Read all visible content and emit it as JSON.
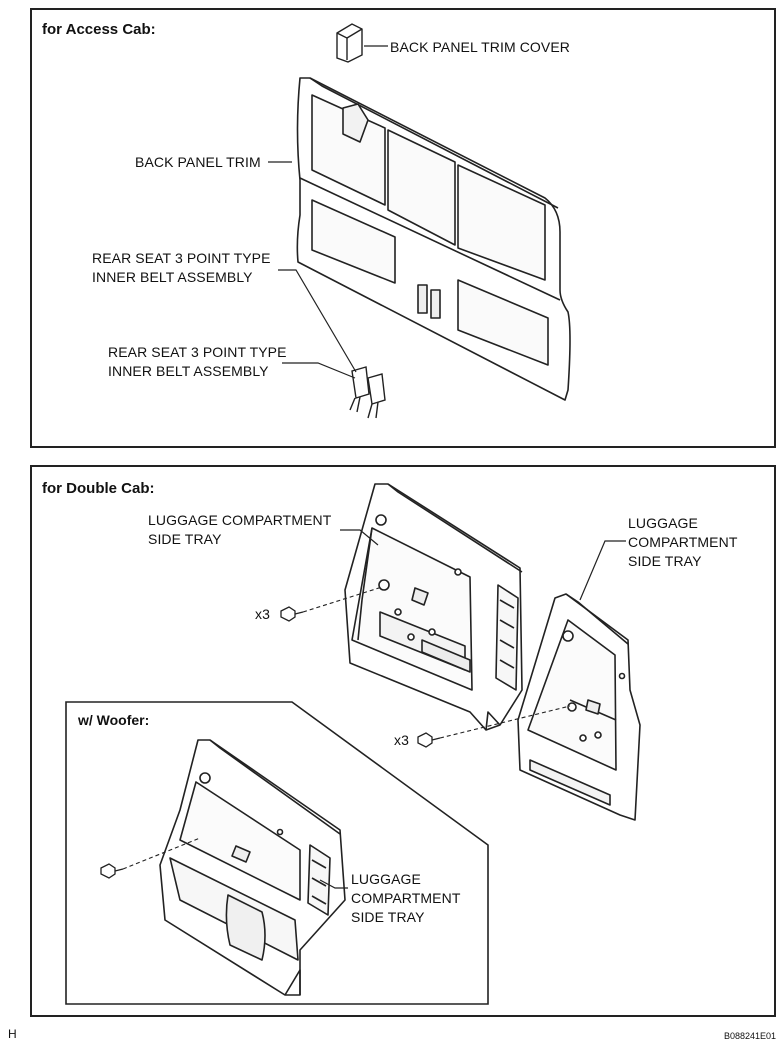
{
  "access_cab": {
    "header": "for Access Cab:",
    "labels": {
      "back_panel_trim_cover": "BACK PANEL TRIM COVER",
      "back_panel_trim": "BACK PANEL TRIM",
      "inner_belt_1_line1": "REAR SEAT 3 POINT TYPE",
      "inner_belt_1_line2": "INNER BELT ASSEMBLY",
      "inner_belt_2_line1": "REAR SEAT 3 POINT TYPE",
      "inner_belt_2_line2": "INNER BELT ASSEMBLY"
    }
  },
  "double_cab": {
    "header": "for Double Cab:",
    "labels": {
      "tray_left_line1": "LUGGAGE COMPARTMENT",
      "tray_left_line2": "SIDE TRAY",
      "tray_right_line1": "LUGGAGE",
      "tray_right_line2": "COMPARTMENT",
      "tray_right_line3": "SIDE TRAY",
      "qty_left": "x3",
      "qty_right": "x3"
    },
    "woofer": {
      "header": "w/ Woofer:",
      "tray_line1": "LUGGAGE",
      "tray_line2": "COMPARTMENT",
      "tray_line3": "SIDE TRAY"
    }
  },
  "footer": {
    "left_mark": "H",
    "figure_id": "B088241E01"
  }
}
